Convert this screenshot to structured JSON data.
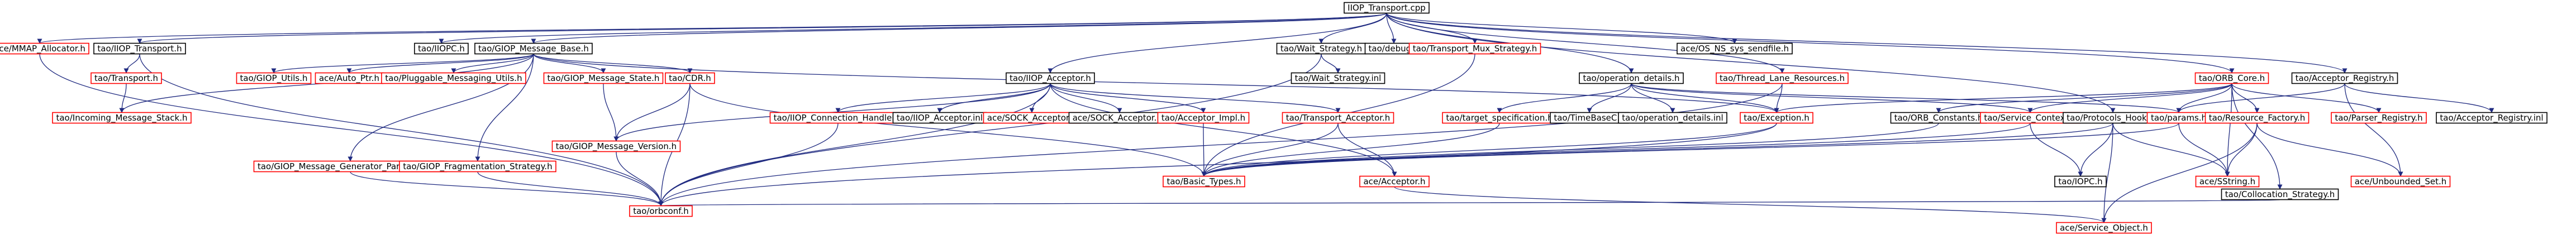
{
  "graph": {
    "title": "",
    "colors": {
      "edge": "#1f2a80",
      "root_fill": "#bfbfbf",
      "root_border": "#000000",
      "internal_border": "#000000",
      "external_border": "#ff0000"
    },
    "nodes": [
      {
        "id": "root",
        "label": "IIOP_Transport.cpp",
        "kind": "root"
      },
      {
        "id": "mmap",
        "label": "ace/MMAP_Allocator.h",
        "kind": "external"
      },
      {
        "id": "iiop_transport_h",
        "label": "tao/IIOP_Transport.h",
        "kind": "internal"
      },
      {
        "id": "iiopc",
        "label": "tao/IIOPC.h",
        "kind": "internal"
      },
      {
        "id": "giop_base",
        "label": "tao/GIOP_Message_Base.h",
        "kind": "internal"
      },
      {
        "id": "wait_strategy",
        "label": "tao/Wait_Strategy.h",
        "kind": "internal"
      },
      {
        "id": "debug",
        "label": "tao/debug.h",
        "kind": "internal"
      },
      {
        "id": "mux",
        "label": "tao/Transport_Mux_Strategy.h",
        "kind": "external"
      },
      {
        "id": "os_ns",
        "label": "ace/OS_NS_sys_sendfile.h",
        "kind": "internal"
      },
      {
        "id": "transport",
        "label": "tao/Transport.h",
        "kind": "external"
      },
      {
        "id": "giop_utils",
        "label": "tao/GIOP_Utils.h",
        "kind": "external"
      },
      {
        "id": "auto_ptr",
        "label": "ace/Auto_Ptr.h",
        "kind": "external"
      },
      {
        "id": "pluggable",
        "label": "tao/Pluggable_Messaging_Utils.h",
        "kind": "external"
      },
      {
        "id": "giop_state",
        "label": "tao/GIOP_Message_State.h",
        "kind": "external"
      },
      {
        "id": "cdr",
        "label": "tao/CDR.h",
        "kind": "external"
      },
      {
        "id": "iiop_acceptor",
        "label": "tao/IIOP_Acceptor.h",
        "kind": "internal"
      },
      {
        "id": "wait_inl",
        "label": "tao/Wait_Strategy.inl",
        "kind": "internal"
      },
      {
        "id": "op_details",
        "label": "tao/operation_details.h",
        "kind": "internal"
      },
      {
        "id": "thread_lane",
        "label": "tao/Thread_Lane_Resources.h",
        "kind": "external"
      },
      {
        "id": "orb_core",
        "label": "tao/ORB_Core.h",
        "kind": "external"
      },
      {
        "id": "acc_registry",
        "label": "tao/Acceptor_Registry.h",
        "kind": "internal"
      },
      {
        "id": "incoming",
        "label": "tao/Incoming_Message_Stack.h",
        "kind": "external"
      },
      {
        "id": "conn_handler",
        "label": "tao/IIOP_Connection_Handler.h",
        "kind": "external"
      },
      {
        "id": "iiop_acc_inl",
        "label": "tao/IIOP_Acceptor.inl",
        "kind": "internal"
      },
      {
        "id": "sock_acc",
        "label": "ace/SOCK_Acceptor.h",
        "kind": "external"
      },
      {
        "id": "sock_acc_inl",
        "label": "ace/SOCK_Acceptor.inl",
        "kind": "internal"
      },
      {
        "id": "acc_impl",
        "label": "tao/Acceptor_Impl.h",
        "kind": "external"
      },
      {
        "id": "transport_acc",
        "label": "tao/Transport_Acceptor.h",
        "kind": "external"
      },
      {
        "id": "target_spec",
        "label": "tao/target_specification.h",
        "kind": "external"
      },
      {
        "id": "timebase",
        "label": "tao/TimeBaseC.h",
        "kind": "internal"
      },
      {
        "id": "op_details_inl",
        "label": "tao/operation_details.inl",
        "kind": "internal"
      },
      {
        "id": "exception",
        "label": "tao/Exception.h",
        "kind": "external"
      },
      {
        "id": "orb_constants",
        "label": "tao/ORB_Constants.h",
        "kind": "internal"
      },
      {
        "id": "service_ctx",
        "label": "tao/Service_Context.h",
        "kind": "external"
      },
      {
        "id": "protocols",
        "label": "tao/Protocols_Hooks.h",
        "kind": "internal"
      },
      {
        "id": "params",
        "label": "tao/params.h",
        "kind": "external"
      },
      {
        "id": "resource_factory",
        "label": "tao/Resource_Factory.h",
        "kind": "external"
      },
      {
        "id": "parser_reg",
        "label": "tao/Parser_Registry.h",
        "kind": "external"
      },
      {
        "id": "acc_reg_inl",
        "label": "tao/Acceptor_Registry.inl",
        "kind": "internal"
      },
      {
        "id": "gen_parser",
        "label": "tao/GIOP_Message_Generator_Parser_Impl.h",
        "kind": "external"
      },
      {
        "id": "frag",
        "label": "tao/GIOP_Fragmentation_Strategy.h",
        "kind": "external"
      },
      {
        "id": "giop_version",
        "label": "tao/GIOP_Message_Version.h",
        "kind": "external"
      },
      {
        "id": "basic_types",
        "label": "tao/Basic_Types.h",
        "kind": "external"
      },
      {
        "id": "ace_acceptor",
        "label": "ace/Acceptor.h",
        "kind": "external"
      },
      {
        "id": "iopc",
        "label": "tao/IOPC.h",
        "kind": "internal"
      },
      {
        "id": "sstring",
        "label": "ace/SString.h",
        "kind": "external"
      },
      {
        "id": "unbounded",
        "label": "ace/Unbounded_Set.h",
        "kind": "external"
      },
      {
        "id": "collocation",
        "label": "tao/Collocation_Strategy.h",
        "kind": "internal"
      },
      {
        "id": "orbconf",
        "label": "tao/orbconf.h",
        "kind": "external"
      },
      {
        "id": "service_obj",
        "label": "ace/Service_Object.h",
        "kind": "external"
      }
    ],
    "edges": [
      [
        "root",
        "mmap"
      ],
      [
        "root",
        "iiop_transport_h"
      ],
      [
        "root",
        "iiopc"
      ],
      [
        "root",
        "giop_base"
      ],
      [
        "root",
        "wait_strategy"
      ],
      [
        "root",
        "debug"
      ],
      [
        "root",
        "mux"
      ],
      [
        "root",
        "os_ns"
      ],
      [
        "root",
        "iiop_acceptor"
      ],
      [
        "root",
        "op_details"
      ],
      [
        "root",
        "thread_lane"
      ],
      [
        "root",
        "orb_core"
      ],
      [
        "root",
        "acc_registry"
      ],
      [
        "root",
        "protocols"
      ],
      [
        "mmap",
        "orbconf"
      ],
      [
        "iiop_transport_h",
        "transport"
      ],
      [
        "iiop_transport_h",
        "orbconf"
      ],
      [
        "transport",
        "incoming"
      ],
      [
        "giop_base",
        "incoming"
      ],
      [
        "giop_base",
        "giop_utils"
      ],
      [
        "giop_base",
        "auto_ptr"
      ],
      [
        "giop_base",
        "pluggable"
      ],
      [
        "giop_base",
        "giop_state"
      ],
      [
        "giop_base",
        "cdr"
      ],
      [
        "giop_base",
        "gen_parser"
      ],
      [
        "giop_base",
        "frag"
      ],
      [
        "giop_base",
        "exception"
      ],
      [
        "giop_state",
        "giop_version"
      ],
      [
        "cdr",
        "giop_version"
      ],
      [
        "cdr",
        "basic_types"
      ],
      [
        "cdr",
        "orbconf"
      ],
      [
        "giop_version",
        "orbconf"
      ],
      [
        "gen_parser",
        "orbconf"
      ],
      [
        "frag",
        "orbconf"
      ],
      [
        "wait_strategy",
        "wait_inl"
      ],
      [
        "wait_strategy",
        "orbconf"
      ],
      [
        "mux",
        "basic_types"
      ],
      [
        "iiop_acceptor",
        "conn_handler"
      ],
      [
        "iiop_acceptor",
        "iiop_acc_inl"
      ],
      [
        "iiop_acceptor",
        "sock_acc"
      ],
      [
        "iiop_acceptor",
        "sock_acc_inl"
      ],
      [
        "iiop_acceptor",
        "acc_impl"
      ],
      [
        "iiop_acceptor",
        "transport_acc"
      ],
      [
        "iiop_acceptor",
        "orbconf"
      ],
      [
        "iiop_acceptor",
        "giop_version"
      ],
      [
        "iiop_acceptor",
        "ace_acceptor"
      ],
      [
        "conn_handler",
        "orbconf"
      ],
      [
        "acc_impl",
        "basic_types"
      ],
      [
        "transport_acc",
        "basic_types"
      ],
      [
        "transport_acc",
        "ace_acceptor"
      ],
      [
        "ace_acceptor",
        "service_obj"
      ],
      [
        "op_details",
        "target_spec"
      ],
      [
        "op_details",
        "timebase"
      ],
      [
        "op_details",
        "op_details_inl"
      ],
      [
        "op_details",
        "exception"
      ],
      [
        "op_details",
        "service_ctx"
      ],
      [
        "op_details",
        "params"
      ],
      [
        "target_spec",
        "basic_types"
      ],
      [
        "exception",
        "basic_types"
      ],
      [
        "exception",
        "orbconf"
      ],
      [
        "service_ctx",
        "iopc"
      ],
      [
        "service_ctx",
        "basic_types"
      ],
      [
        "thread_lane",
        "orbconf"
      ],
      [
        "thread_lane",
        "exception"
      ],
      [
        "orb_core",
        "orb_constants"
      ],
      [
        "orb_core",
        "params"
      ],
      [
        "orb_core",
        "resource_factory"
      ],
      [
        "orb_core",
        "parser_reg"
      ],
      [
        "orb_core",
        "collocation"
      ],
      [
        "orb_core",
        "service_ctx"
      ],
      [
        "orb_core",
        "sstring"
      ],
      [
        "orb_core",
        "exception"
      ],
      [
        "acc_registry",
        "params"
      ],
      [
        "acc_registry",
        "acc_reg_inl"
      ],
      [
        "acc_registry",
        "unbounded"
      ],
      [
        "params",
        "sstring"
      ],
      [
        "params",
        "basic_types"
      ],
      [
        "resource_factory",
        "sstring"
      ],
      [
        "resource_factory",
        "service_obj"
      ],
      [
        "resource_factory",
        "unbounded"
      ],
      [
        "protocols",
        "iopc"
      ],
      [
        "protocols",
        "sstring"
      ],
      [
        "protocols",
        "service_obj"
      ],
      [
        "protocols",
        "basic_types"
      ],
      [
        "collocation",
        "orbconf"
      ],
      [
        "orb_constants",
        "basic_types"
      ]
    ]
  }
}
